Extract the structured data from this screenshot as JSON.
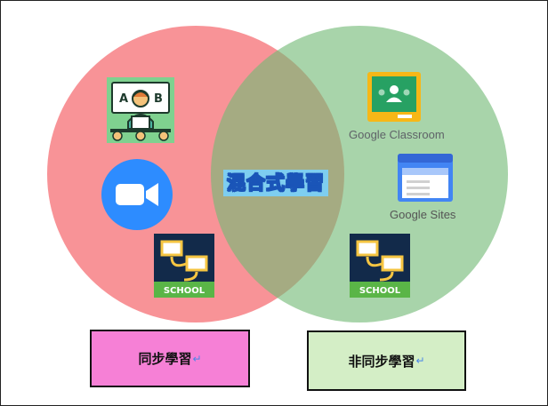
{
  "diagram": {
    "center_label": "混合式學習",
    "right_apps": {
      "classroom_label": "Google Classroom",
      "sites_label": "Google Sites"
    },
    "icons": {
      "classroom_board_letters": [
        "A",
        "B"
      ],
      "school_badge_text": "SCHOOL"
    },
    "legend": {
      "sync_label": "同步學習",
      "async_label": "非同步學習",
      "paragraph_mark": "↵"
    },
    "colors": {
      "left_circle": "#f46066",
      "right_circle": "#72ba76",
      "sync_box": "#f680d6",
      "async_box": "#d4eec6",
      "zoom_blue": "#2d8cff"
    }
  }
}
